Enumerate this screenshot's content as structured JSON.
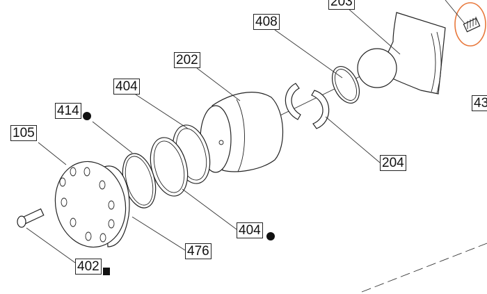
{
  "diagram": {
    "labels": {
      "l203": "203",
      "l408": "408",
      "l202": "202",
      "l404a": "404",
      "l414": "414",
      "l105": "105",
      "l204": "204",
      "l404b": "404",
      "l476": "476",
      "l402": "402",
      "l43": "43"
    },
    "highlight_color": "#e8773a"
  }
}
